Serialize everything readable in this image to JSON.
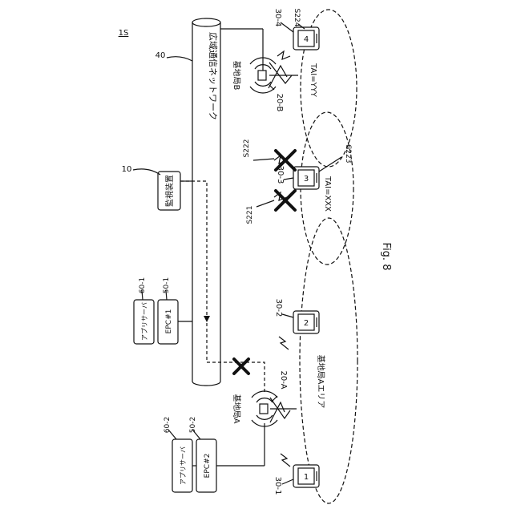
{
  "figure": {
    "system_label": "1S",
    "caption": "Fig. 8"
  },
  "network": {
    "ref": "40",
    "label": "広域通信ネットワーク"
  },
  "monitor": {
    "ref": "10",
    "label": "監視装置"
  },
  "epc1": {
    "epc_ref": "50-1",
    "epc_label": "EPC#1",
    "app_ref": "60-1",
    "app_label": "アプリサーバ"
  },
  "epc2": {
    "epc_ref": "50-2",
    "epc_label": "EPC#2",
    "app_ref": "60-2",
    "app_label": "アプリサーバ"
  },
  "station_a": {
    "ref": "20-A",
    "label": "基地局A",
    "area_label": "基地局Aエリア"
  },
  "station_b": {
    "ref": "20-B",
    "label": "基地局B",
    "tai_label": "TAI=YYY"
  },
  "terminals": {
    "t1": {
      "ref": "30-1",
      "number": "1"
    },
    "t2": {
      "ref": "30-2",
      "number": "2"
    },
    "t3": {
      "ref": "30-3",
      "number": "3",
      "tai_label": "TAI=XXX"
    },
    "t4": {
      "ref": "30-4",
      "number": "4"
    }
  },
  "steps": {
    "s221": "S221",
    "s222": "S222",
    "s223": "S223",
    "s224": "S224"
  }
}
